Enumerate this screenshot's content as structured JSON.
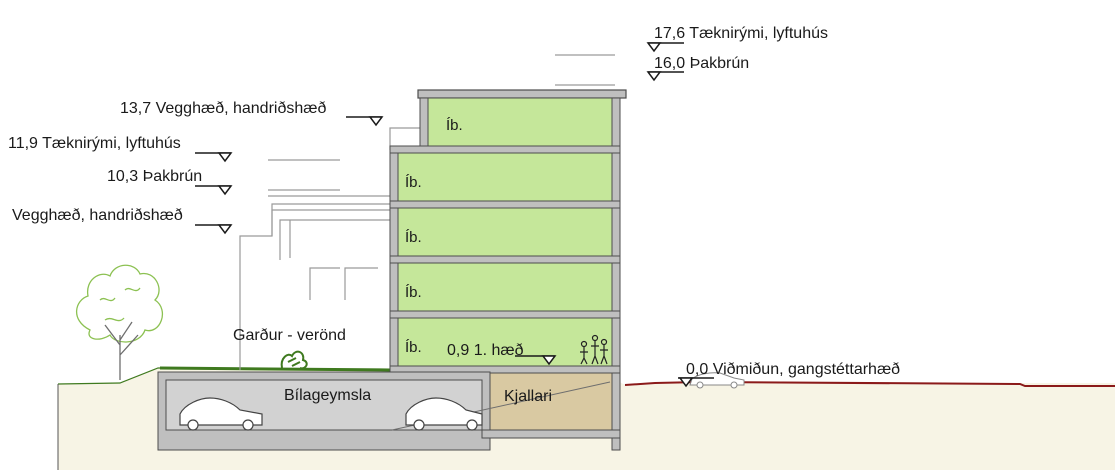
{
  "levels_right": {
    "technical_roof": "17,6 Tæknirými, lyftuhús",
    "roof_edge": "16,0 Þakbrún"
  },
  "levels_left": {
    "wall_height": "13,7 Vegghæð, handriðshæð",
    "technical_room": "11,9 Tæknirými, lyftuhús",
    "roof_edge": "10,3 Þakbrún",
    "wall_height_plain": "Vegghæð, handriðshæð"
  },
  "rooms": {
    "apt_top": "Íb.",
    "apt_4": "Íb.",
    "apt_3": "Íb.",
    "apt_2": "Íb.",
    "apt_1": "Íb."
  },
  "labels": {
    "garden": "Garður - verönd",
    "first_floor_level": "0,9  1. hæð",
    "street_level": "0,0 Viðmiðun, gangstéttarhæð",
    "parking": "Bílageymsla",
    "basement": "Kjallari"
  },
  "colors": {
    "apartment": "#c5e79a",
    "garage": "#d2d2d2",
    "basement": "#d9c9a2",
    "ground": "#f7f4e5",
    "wall": "#bfbfbf",
    "street": "#8b1a1a",
    "grass": "#3f7a1f"
  }
}
